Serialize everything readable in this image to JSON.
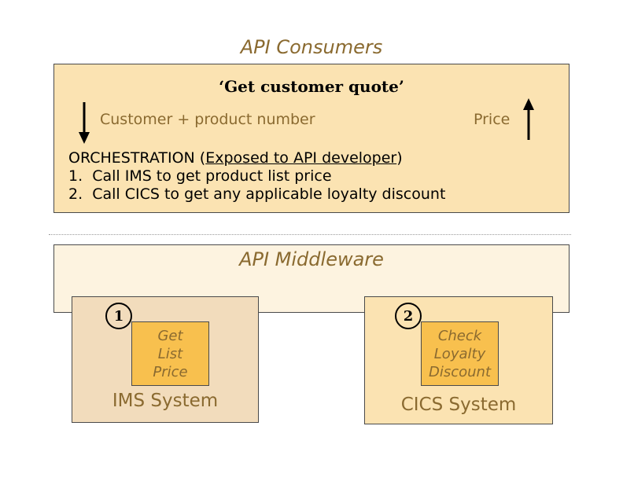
{
  "consumers": {
    "heading": "API Consumers",
    "quote_title": "‘Get customer quote’",
    "input_label": "Customer + product number",
    "output_label": "Price",
    "orchestration": {
      "prefix": "ORCHESTRATION (",
      "exposed": "Exposed to API developer",
      "suffix": ")",
      "steps": [
        "1.  Call IMS to get product list price",
        "2.  Call CICS to get any applicable loyalty discount"
      ]
    }
  },
  "middleware": {
    "heading": "API Middleware"
  },
  "systems": [
    {
      "badge": "1",
      "function_lines": [
        "Get",
        "List",
        "Price"
      ],
      "label": "IMS System",
      "color": "#f2dcbc"
    },
    {
      "badge": "2",
      "function_lines": [
        "Check",
        "Loyalty",
        "Discount"
      ],
      "label": "CICS System",
      "color": "#fbe3b2"
    }
  ],
  "colors": {
    "accent_text": "#8a6a30",
    "consumer_fill": "#fbe3b2",
    "middleware_fill": "#fdf3e0",
    "function_fill": "#f8c04e"
  }
}
